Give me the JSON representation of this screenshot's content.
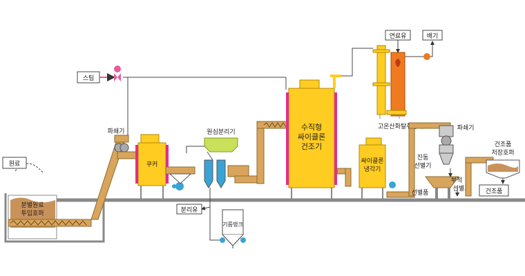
{
  "labels": {
    "raw_material": "원료",
    "raw_hopper_line1": "분별원료",
    "raw_hopper_line2": "투입호퍼",
    "crusher_left": "파쇄기",
    "steam": "스팀",
    "cooker": "쿠커",
    "centrifuge": "원심분리기",
    "separated_oil": "분리유",
    "oil_tank": "기름탱크",
    "dryer_line1": "수직형",
    "dryer_line2": "싸이클론",
    "dryer_line3": "건조기",
    "cooler_line1": "싸이클론",
    "cooler_line2": "냉각기",
    "fuel_oil": "연료유",
    "exhaust": "배기",
    "oxidation_device": "고온산화탈취장치",
    "crusher_right": "파쇄기",
    "vibrating_screen_line1": "진동",
    "vibrating_screen_line2": "선별기",
    "screened_product": "선별품",
    "reject_line1": "부적",
    "reject_line2": "선별기",
    "product_hopper_line1": "건조품",
    "product_hopper_line2": "저장호퍼",
    "dried_product": "건조품"
  },
  "colors": {
    "vessel_yellow": "#ffcc22",
    "pipe_tan": "#d9a55c",
    "jacket_pink": "#e0308a",
    "steam_pink": "#e85a9b",
    "centrifuge_green": "#c8e05a",
    "pump_blue": "#3aa3d6",
    "furnace_orange": "#f07a20",
    "floor_gray": "#8a8a8a",
    "material_brown": "#b88444"
  }
}
